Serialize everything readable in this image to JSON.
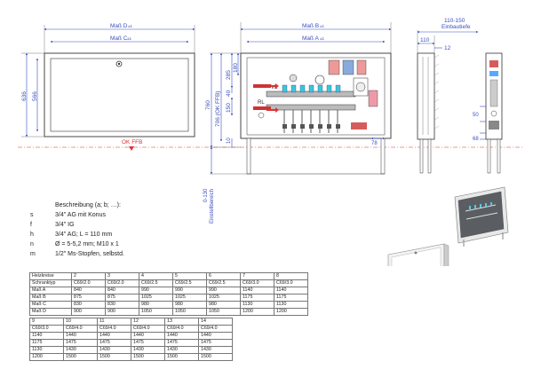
{
  "colors": {
    "dim_blue": "#3b4fbf",
    "red": "#d33",
    "line": "#333"
  },
  "dims": {
    "mass_d": "Maß D",
    "mass_c": "Maß C",
    "mass_b": "Maß B",
    "mass_a": "Maß A",
    "footnote": "±1",
    "h636": "636",
    "h566": "566",
    "h760": "760",
    "h706": "706 (OK FFB)",
    "d285": "285",
    "d180": "180",
    "d40": "40",
    "d150": "150",
    "d10": "10",
    "d78": "78",
    "install_depth": "110-150",
    "install_depth_label": "Einbautiefe",
    "d110": "110",
    "d12": "12",
    "d50": "50",
    "d68": "68",
    "ok_ffb": "OK FFB",
    "adjust_range": "0-130",
    "adjust_label": "Einstellbereich",
    "vl": "VL",
    "rl": "RL"
  },
  "legend": {
    "header": "Beschreibung (a; b; …):",
    "items": [
      {
        "key": "s",
        "text": "3/4\" AG mit Konus"
      },
      {
        "key": "f",
        "text": "3/4\" IG"
      },
      {
        "key": "h",
        "text": "3/4\" AG; L = 110 mm"
      },
      {
        "key": "n",
        "text": "Ø = 5-5,2 mm; M10 x 1"
      },
      {
        "key": "m",
        "text": "1/2\" Ms-Stopfen, selbstd."
      }
    ]
  },
  "table1": {
    "rows": [
      [
        "Heizkreise",
        "2",
        "3",
        "4",
        "5",
        "6",
        "7",
        "8"
      ],
      [
        "Schranktyp",
        "C69/2.0",
        "C69/2.0",
        "C69/2.5",
        "C69/2.5",
        "C69/2.5",
        "C69/3.0",
        "C69/3.0"
      ],
      [
        "Maß A",
        "840",
        "840",
        "990",
        "990",
        "990",
        "1140",
        "1140"
      ],
      [
        "Maß B",
        "875",
        "875",
        "1025",
        "1025",
        "1025",
        "1175",
        "1175"
      ],
      [
        "Maß C",
        "830",
        "830",
        "980",
        "980",
        "980",
        "1130",
        "1130"
      ],
      [
        "Maß D",
        "900",
        "900",
        "1050",
        "1050",
        "1050",
        "1200",
        "1200"
      ]
    ]
  },
  "table2": {
    "rows": [
      [
        "9",
        "10",
        "11",
        "12",
        "13",
        "14"
      ],
      [
        "C69/3.0",
        "C69/4.0",
        "C69/4.0",
        "C69/4.0",
        "C69/4.0",
        "C69/4.0"
      ],
      [
        "1140",
        "1440",
        "1440",
        "1440",
        "1440",
        "1440"
      ],
      [
        "1175",
        "1475",
        "1475",
        "1475",
        "1475",
        "1475"
      ],
      [
        "1130",
        "1430",
        "1430",
        "1430",
        "1430",
        "1430"
      ],
      [
        "1200",
        "1500",
        "1500",
        "1500",
        "1500",
        "1500"
      ]
    ]
  }
}
